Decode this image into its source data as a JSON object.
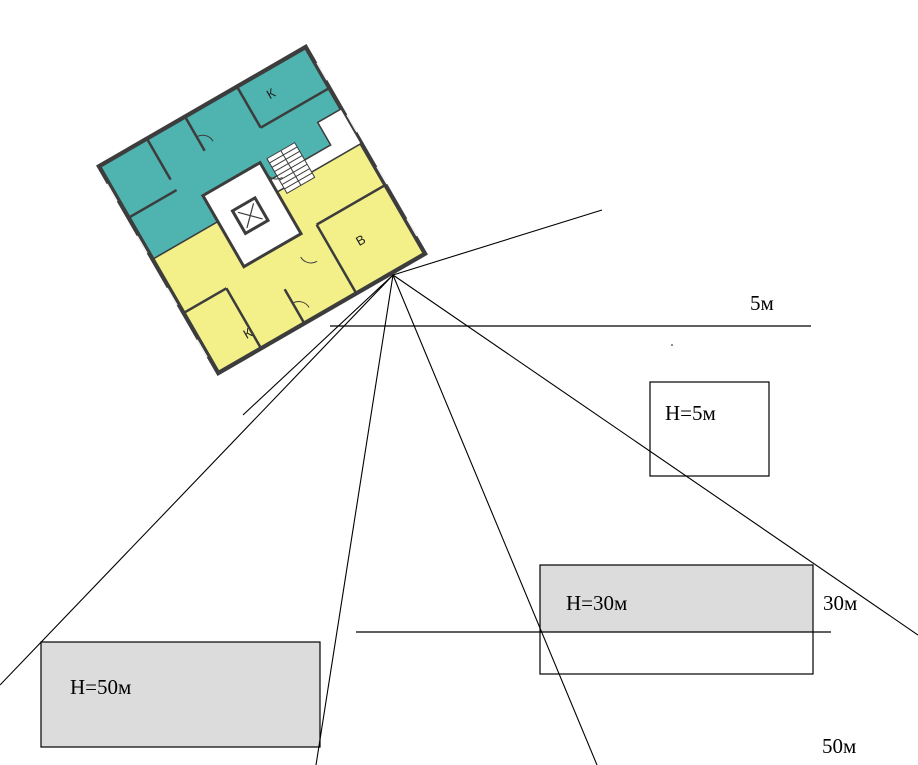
{
  "colors": {
    "teal": "#4fb3b0",
    "yellow": "#f3f08a",
    "wall": "#3c3c3c",
    "core": "#ffffff",
    "gray_block": "#dcdcdc",
    "line": "#000000"
  },
  "floor_plan": {
    "room_label_k_top": "К",
    "room_label_k_bottom": "К",
    "room_label_b": "В"
  },
  "distance_labels": {
    "d5": "5м",
    "d30": "30м",
    "d50": "50м"
  },
  "buildings": [
    {
      "label": "H=5м",
      "height_m": 5
    },
    {
      "label": "H=30м",
      "height_m": 30
    },
    {
      "label": "H=50м",
      "height_m": 50
    }
  ]
}
